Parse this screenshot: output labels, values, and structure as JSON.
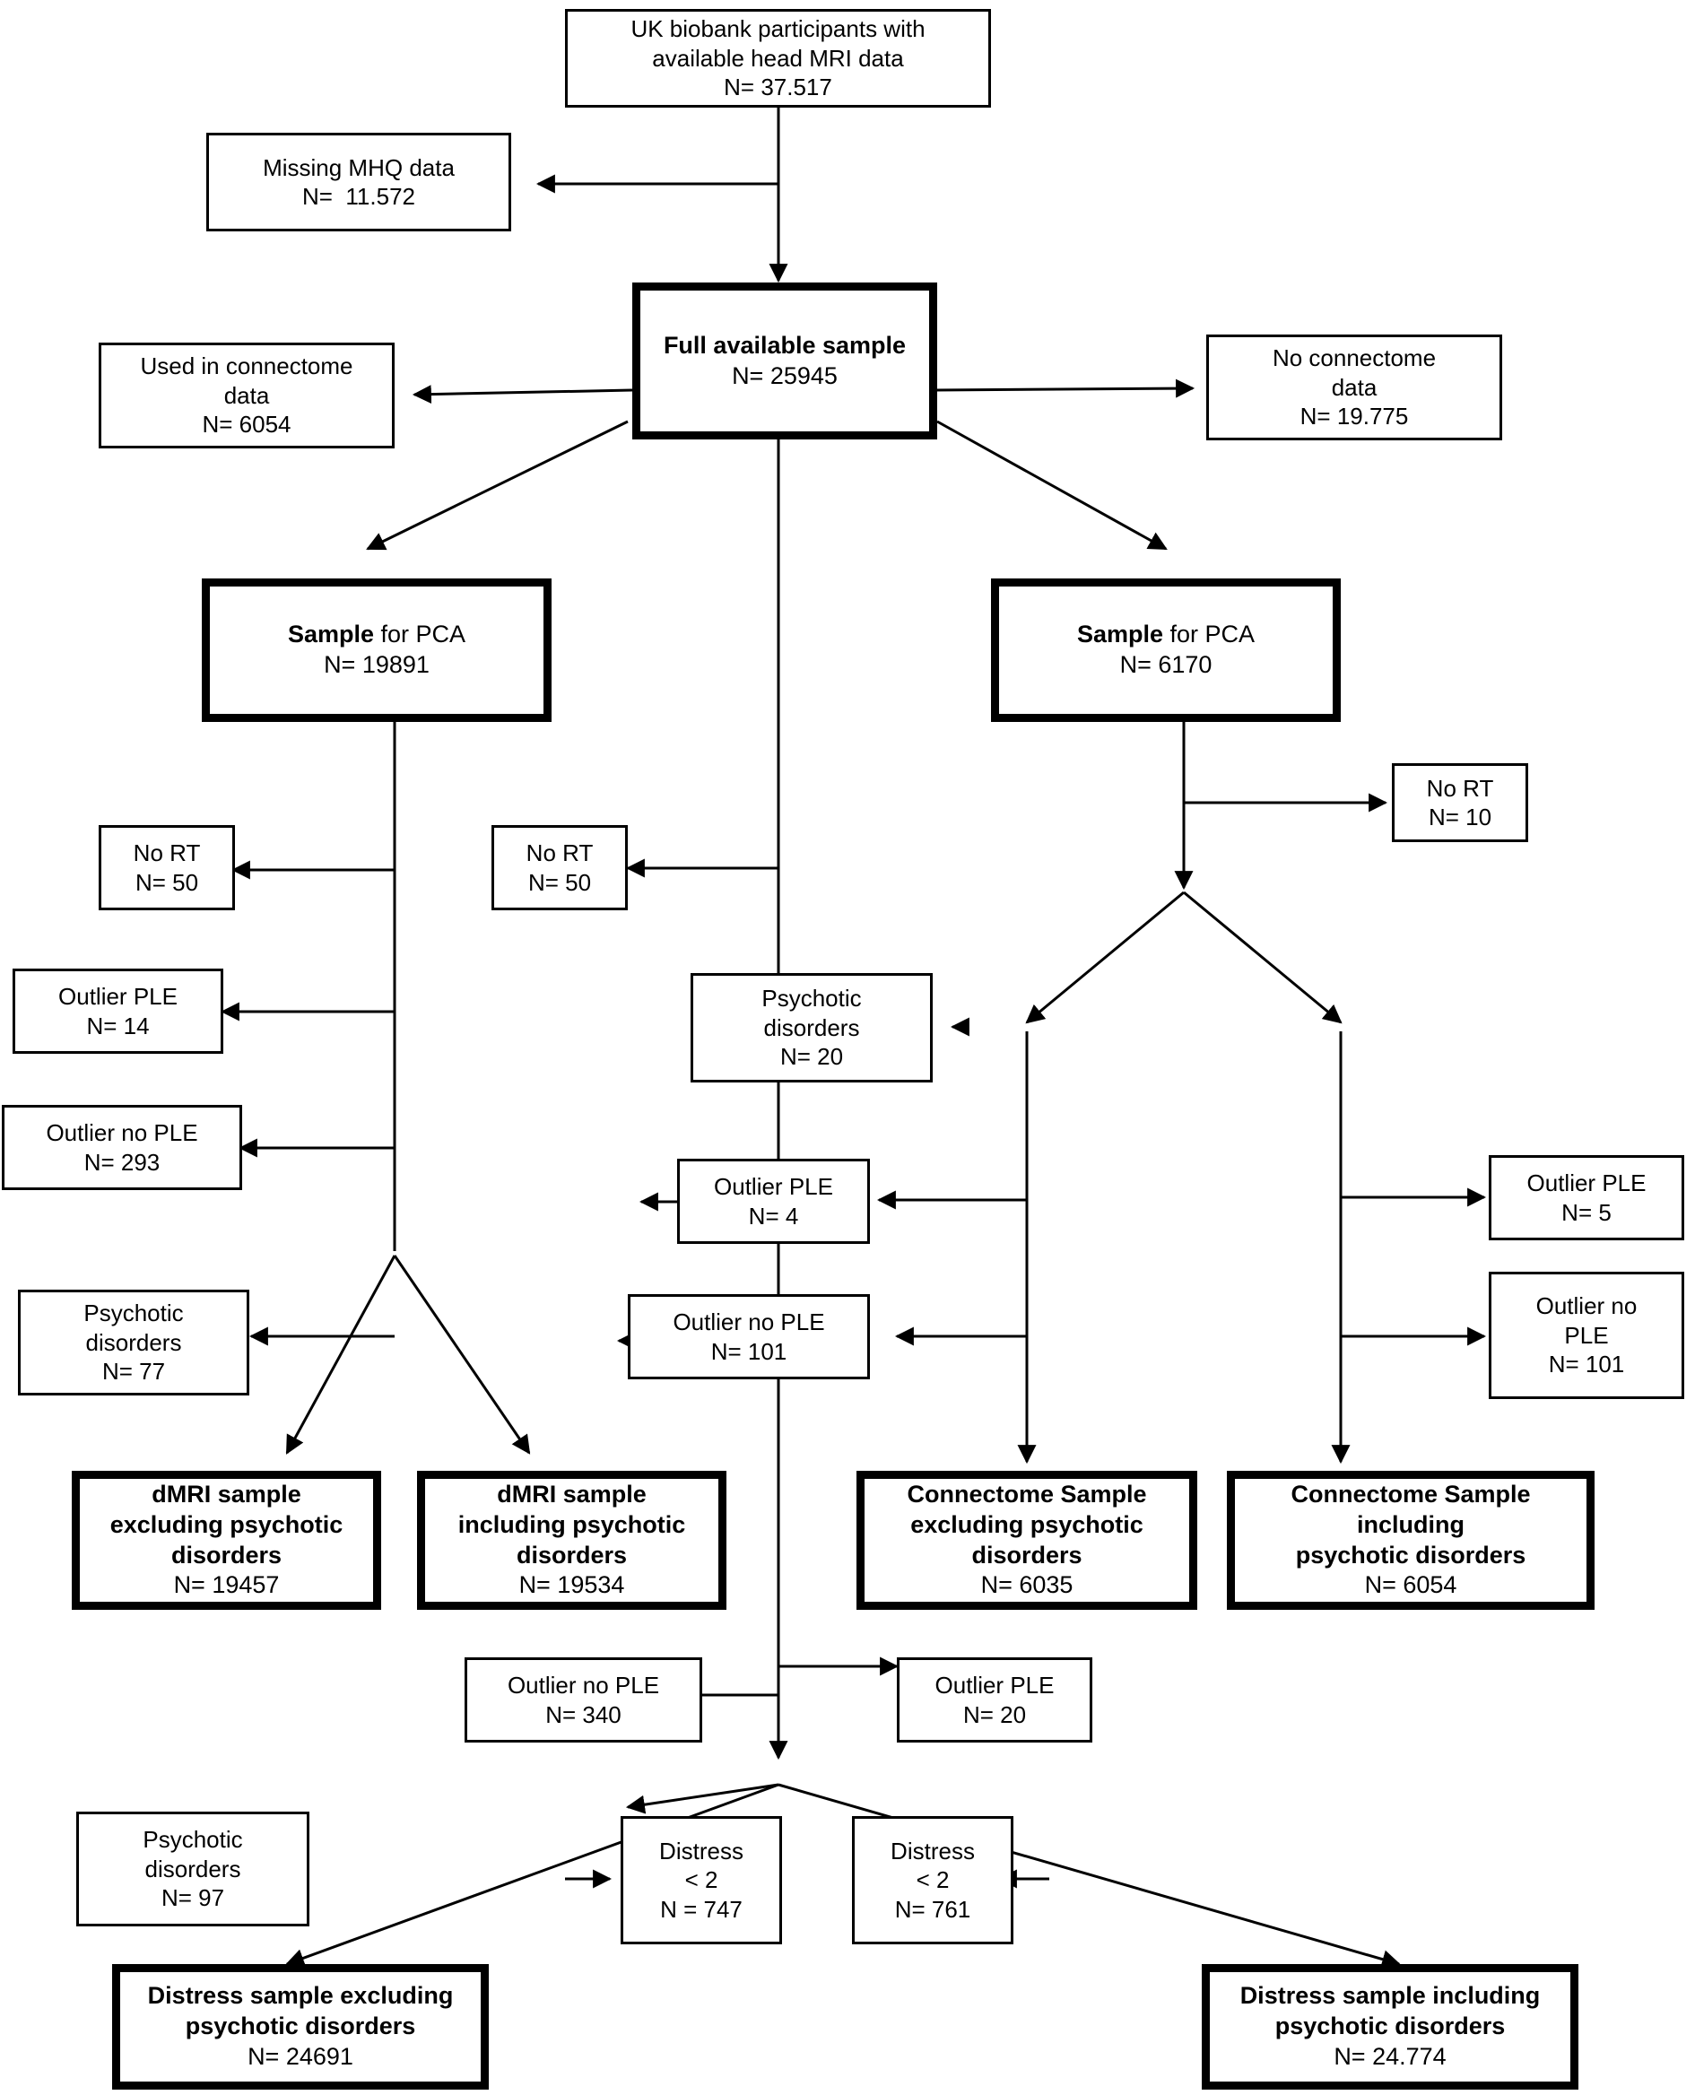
{
  "figure": {
    "type": "flowchart",
    "title": "UK Biobank sample selection flowchart"
  },
  "nodes": {
    "root": {
      "lines": [
        "UK biobank participants with",
        "available head MRI data",
        "N= 37.517"
      ],
      "emphasis": false
    },
    "missing_mhq": {
      "lines": [
        "Missing MHQ data",
        "N=  11.572"
      ],
      "emphasis": false
    },
    "full_sample": {
      "lines": [
        "Full available sample",
        "N= 25945"
      ],
      "emphasis": true,
      "bold_lines": [
        0
      ]
    },
    "used_connectome": {
      "lines": [
        "Used in connectome",
        "data",
        "N= 6054"
      ],
      "emphasis": false
    },
    "no_connectome": {
      "lines": [
        "No connectome",
        "data",
        "N= 19.775"
      ],
      "emphasis": false
    },
    "pca_left": {
      "lines": [
        "Sample for PCA",
        "N= 19891"
      ],
      "emphasis": true,
      "bold_lines": [
        0
      ]
    },
    "pca_right": {
      "lines": [
        "Sample for PCA",
        "N= 6170"
      ],
      "emphasis": true,
      "bold_lines": [
        0
      ]
    },
    "no_rt_left": {
      "lines": [
        "No RT",
        "N= 50"
      ],
      "emphasis": false
    },
    "no_rt_mid": {
      "lines": [
        "No RT",
        "N= 50"
      ],
      "emphasis": false
    },
    "no_rt_right": {
      "lines": [
        "No RT",
        "N= 10"
      ],
      "emphasis": false
    },
    "outlier_ple_left": {
      "lines": [
        "Outlier PLE",
        "N= 14"
      ],
      "emphasis": false
    },
    "outlier_no_ple_left": {
      "lines": [
        "Outlier no PLE",
        "N= 293"
      ],
      "emphasis": false
    },
    "psychotic_mid_20": {
      "lines": [
        "Psychotic",
        "disorders",
        "N= 20"
      ],
      "emphasis": false
    },
    "outlier_ple_mid_4": {
      "lines": [
        "Outlier PLE",
        "N= 4"
      ],
      "emphasis": false
    },
    "outlier_ple_right_5": {
      "lines": [
        "Outlier PLE",
        "N= 5"
      ],
      "emphasis": false
    },
    "outlier_no_ple_mid_101": {
      "lines": [
        "Outlier no PLE",
        "N= 101"
      ],
      "emphasis": false
    },
    "outlier_no_ple_right_101": {
      "lines": [
        "Outlier no",
        "PLE",
        "N= 101"
      ],
      "emphasis": false
    },
    "psychotic_left_77": {
      "lines": [
        "Psychotic",
        "disorders",
        "N= 77"
      ],
      "emphasis": false
    },
    "dmri_excluding": {
      "lines": [
        "dMRI sample",
        "excluding psychotic",
        "disorders",
        "N= 19457"
      ],
      "emphasis": true,
      "bold_lines": [
        0,
        1,
        2
      ]
    },
    "dmri_including": {
      "lines": [
        "dMRI sample",
        "including psychotic",
        "disorders",
        "N= 19534"
      ],
      "emphasis": true,
      "bold_lines": [
        0,
        1,
        2
      ]
    },
    "connectome_excluding": {
      "lines": [
        "Connectome Sample",
        "excluding psychotic",
        "disorders",
        "N= 6035"
      ],
      "emphasis": true,
      "bold_lines": [
        0,
        1,
        2
      ]
    },
    "connectome_including": {
      "lines": [
        "Connectome Sample",
        "including",
        "psychotic disorders",
        "N= 6054"
      ],
      "emphasis": true,
      "bold_lines": [
        0,
        1,
        2
      ]
    },
    "outlier_no_ple_340": {
      "lines": [
        "Outlier no PLE",
        "N= 340"
      ],
      "emphasis": false
    },
    "outlier_ple_20": {
      "lines": [
        "Outlier PLE",
        "N= 20"
      ],
      "emphasis": false
    },
    "psychotic_97": {
      "lines": [
        "Psychotic",
        "disorders",
        "N= 97"
      ],
      "emphasis": false
    },
    "distress_747": {
      "lines": [
        "Distress",
        "< 2",
        "N = 747"
      ],
      "emphasis": false
    },
    "distress_761": {
      "lines": [
        "Distress",
        "< 2",
        "N= 761"
      ],
      "emphasis": false
    },
    "distress_excluding": {
      "lines": [
        "Distress sample excluding",
        "psychotic disorders",
        "N= 24691"
      ],
      "emphasis": true,
      "bold_lines": [
        0,
        1
      ]
    },
    "distress_including": {
      "lines": [
        "Distress sample including",
        "psychotic disorders",
        "N= 24.774"
      ],
      "emphasis": true,
      "bold_lines": [
        0,
        1
      ]
    }
  },
  "style": {
    "line_color": "#000000",
    "box_fill": "#ffffff",
    "text_color": "#000000"
  }
}
